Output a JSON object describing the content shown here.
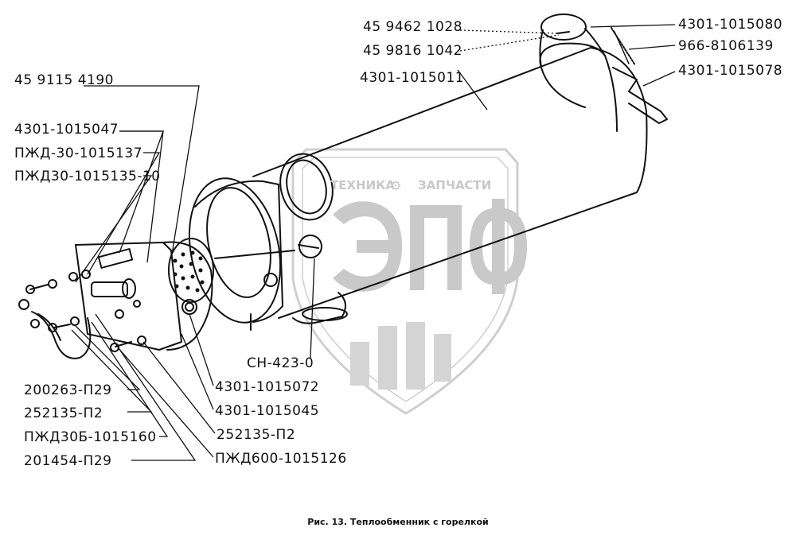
{
  "watermark": {
    "brand_left": "ТЕХНИКА",
    "brand_right": "ЗАПЧАСТИ",
    "logo_letters": "ЭПФ",
    "color": "#c8c8c8"
  },
  "labels": {
    "p_459462_1028": "45 9462 1028",
    "p_459816_1042": "45 9816 1042",
    "p_4301_1015011": "4301-1015011",
    "p_4301_1015080": "4301-1015080",
    "p_966_8106139": "966-8106139",
    "p_4301_1015078": "4301-1015078",
    "p_459115_4190": "45 9115 4190",
    "p_4301_1015047": "4301-1015047",
    "p_pzhd30_1015137": "ПЖД-30-1015137",
    "p_pzhd30_1015135_10": "ПЖД30-1015135-10",
    "p_cn_423_0": "СН-423-0",
    "p_4301_1015072": "4301-1015072",
    "p_4301_1015045": "4301-1015045",
    "p_252135_p2_right": "252135-П2",
    "p_pzhd600_1015126": "ПЖД600-1015126",
    "p_200263_p29": "200263-П29",
    "p_252135_p2_left": "252135-П2",
    "p_pzhd30b_1015160": "ПЖД30Б-1015160",
    "p_201454_p29": "201454-П29"
  },
  "caption": "Рис. 13.  Теплообменник с горелкой"
}
